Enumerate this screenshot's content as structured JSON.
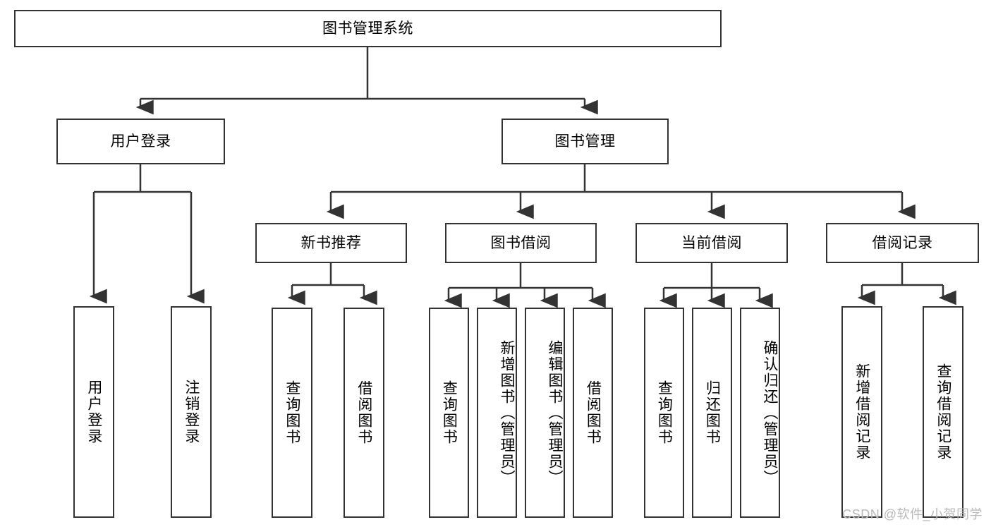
{
  "diagram": {
    "title": "图书管理系统",
    "type": "hierarchy-tree",
    "colors": {
      "box_border": "#333333",
      "box_fill": "#ffffff",
      "connector": "#333333",
      "text": "#000000",
      "watermark": "#b9b9b9",
      "background": "#ffffff"
    },
    "root": {
      "id": "root",
      "label": "图书管理系统"
    },
    "level2": [
      {
        "id": "user-login",
        "label": "用户登录"
      },
      {
        "id": "book-manage",
        "label": "图书管理"
      }
    ],
    "level3": [
      {
        "id": "new-book-rec",
        "label": "新书推荐",
        "parent": "book-manage"
      },
      {
        "id": "book-borrow",
        "label": "图书借阅",
        "parent": "book-manage"
      },
      {
        "id": "current-borrow",
        "label": "当前借阅",
        "parent": "book-manage"
      },
      {
        "id": "borrow-record",
        "label": "借阅记录",
        "parent": "book-manage"
      }
    ],
    "leaves": [
      {
        "id": "leaf-user-login",
        "label": "用户登录",
        "parent": "user-login"
      },
      {
        "id": "leaf-logout-login",
        "label": "注销登录",
        "parent": "user-login"
      },
      {
        "id": "leaf-query-book-rec",
        "label": "查询图书",
        "parent": "new-book-rec"
      },
      {
        "id": "leaf-borrow-book-rec",
        "label": "借阅图书",
        "parent": "new-book-rec"
      },
      {
        "id": "leaf-query-book-borrow",
        "label": "查询图书",
        "parent": "book-borrow"
      },
      {
        "id": "leaf-add-book",
        "label": "新增图书（管理员）",
        "parent": "book-borrow"
      },
      {
        "id": "leaf-edit-book",
        "label": "编辑图书（管理员）",
        "parent": "book-borrow"
      },
      {
        "id": "leaf-borrow-book",
        "label": "借阅图书",
        "parent": "book-borrow"
      },
      {
        "id": "leaf-query-book-cur",
        "label": "查询图书",
        "parent": "current-borrow"
      },
      {
        "id": "leaf-return-book",
        "label": "归还图书",
        "parent": "current-borrow"
      },
      {
        "id": "leaf-confirm-return",
        "label": "确认归还（管理员）",
        "parent": "current-borrow"
      },
      {
        "id": "leaf-add-record",
        "label": "新增借阅记录",
        "parent": "borrow-record"
      },
      {
        "id": "leaf-query-record",
        "label": "查询借阅记录",
        "parent": "borrow-record"
      }
    ],
    "watermark": "CSDN @软件_小贺同学"
  }
}
